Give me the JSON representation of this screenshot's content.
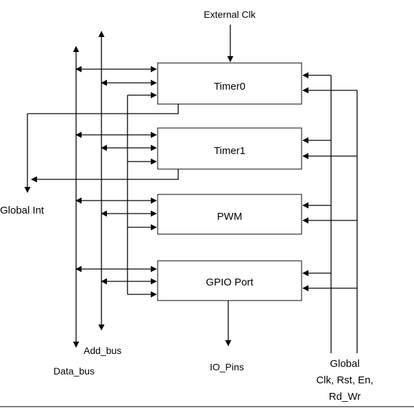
{
  "diagram": {
    "blocks": {
      "timer0": "Timer0",
      "timer1": "Timer1",
      "pwm": "PWM",
      "gpio": "GPIO Port"
    },
    "labels": {
      "external_clk": "External Clk",
      "global_int": "Global Int",
      "add_bus": "Add_bus",
      "data_bus": "Data_bus",
      "io_pins": "IO_Pins",
      "global_line1": "Global",
      "global_line2": "Clk, Rst, En,",
      "global_line3": "Rd_Wr"
    },
    "colors": {
      "stroke": "#000000",
      "background": "#ffffff"
    }
  }
}
